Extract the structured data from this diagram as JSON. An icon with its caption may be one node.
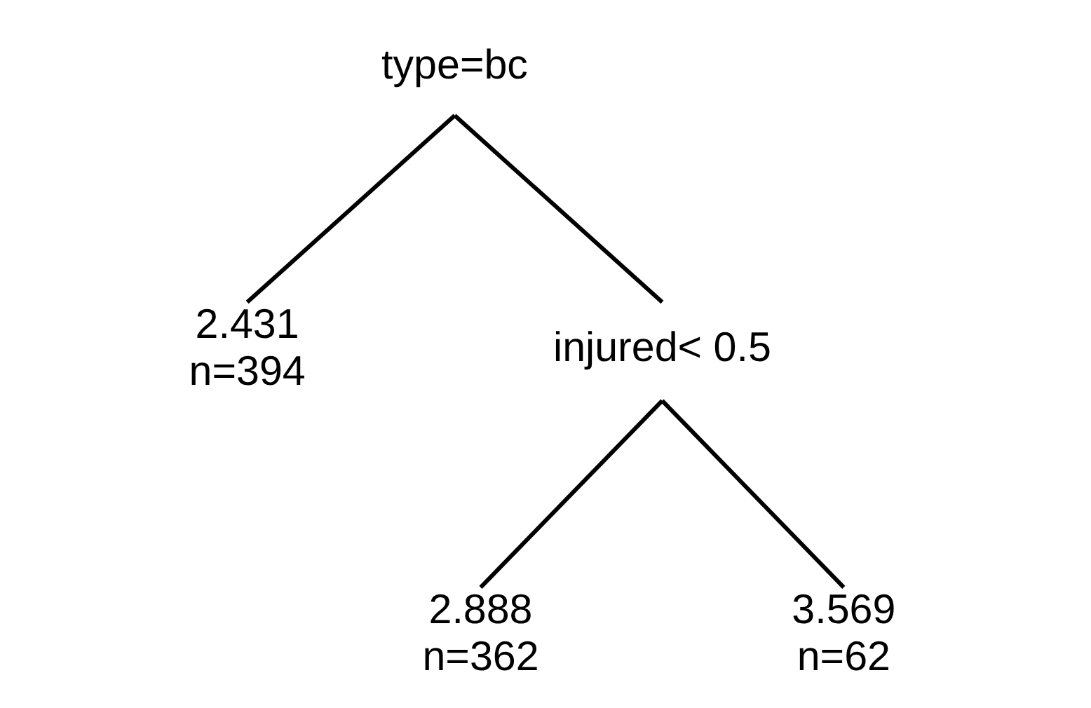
{
  "diagram": {
    "nodes": [
      {
        "text": [
          "type=bc"
        ]
      },
      {
        "text": [
          "2.431",
          "n=394"
        ]
      },
      {
        "text": [
          "injured< 0.5"
        ]
      },
      {
        "text": [
          "2.888",
          "n=362"
        ]
      },
      {
        "text": [
          "3.569",
          "n=62"
        ]
      }
    ],
    "edges": [
      {
        "from": 0,
        "to": 1,
        "arrow": "none"
      },
      {
        "from": 0,
        "to": 2,
        "arrow": "none"
      },
      {
        "from": 2,
        "to": 3,
        "arrow": "none"
      },
      {
        "from": 2,
        "to": 4,
        "arrow": "none"
      }
    ]
  }
}
